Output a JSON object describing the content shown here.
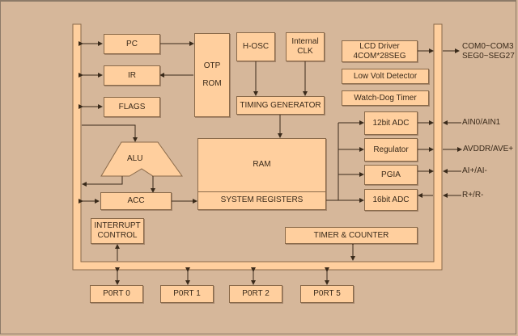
{
  "diagram": {
    "type": "mcu-block-diagram",
    "colors": {
      "background": "#d6b79a",
      "block_fill": "#ffcf9e",
      "block_border": "#8a6a4a",
      "wire": "#3a2a1a"
    },
    "blocks": {
      "pc": "PC",
      "ir": "IR",
      "flags": "FLAGS",
      "otp_rom_line1": "OTP",
      "otp_rom_line2": "ROM",
      "h_osc": "H-OSC",
      "internal_clk_line1": "Internal",
      "internal_clk_line2": "CLK",
      "timing_generator": "TIMING GENERATOR",
      "alu": "ALU",
      "acc": "ACC",
      "ram": "RAM",
      "system_registers": "SYSTEM REGISTERS",
      "lcd_driver_line1": "LCD Driver",
      "lcd_driver_line2": "4COM*28SEG",
      "low_volt_detector": "Low Volt Detector",
      "watchdog_timer": "Watch-Dog Timer",
      "adc12": "12bit ADC",
      "regulator": "Regulator",
      "pgia": "PGIA",
      "adc16": "16bit ADC",
      "interrupt_line1": "INTERRUPT",
      "interrupt_line2": "CONTROL",
      "timer_counter": "TIMER & COUNTER",
      "port0": "P0RT 0",
      "port1": "P0RT 1",
      "port2": "P0RT 2",
      "port5": "P0RT 5"
    },
    "external_signals": {
      "com_line1": "COM0~COM3",
      "com_line2": "SEG0~SEG27",
      "ain": "AIN0/AIN1",
      "avddr": "AVDDR/AVE+",
      "ai": "AI+/AI-",
      "r": "R+/R-"
    }
  }
}
